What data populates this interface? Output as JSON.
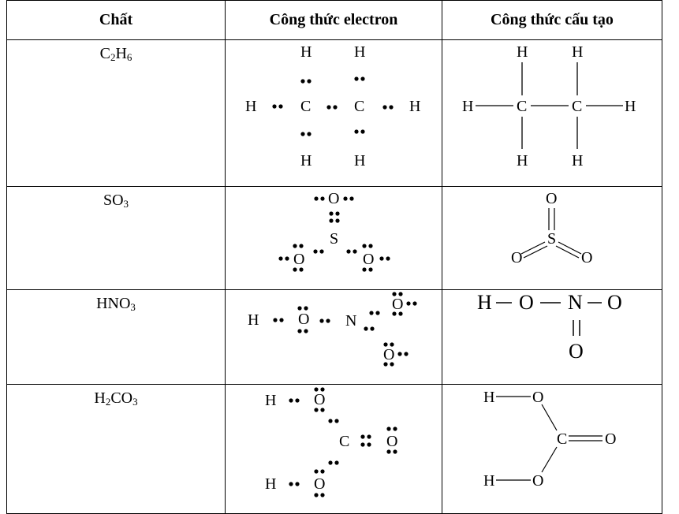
{
  "table": {
    "headers": [
      "Chất",
      "Công thức electron",
      "Công thức cấu tạo"
    ],
    "rows": [
      {
        "base": "C",
        "sub1": "2",
        "mid": "H",
        "sub2": "6",
        "tail": "",
        "sub3": ""
      },
      {
        "base": "SO",
        "sub1": "3",
        "mid": "",
        "sub2": "",
        "tail": "",
        "sub3": ""
      },
      {
        "base": "HNO",
        "sub1": "3",
        "mid": "",
        "sub2": "",
        "tail": "",
        "sub3": ""
      },
      {
        "base": "H",
        "sub1": "2",
        "mid": "CO",
        "sub2": "3",
        "tail": "",
        "sub3": ""
      }
    ]
  },
  "atoms": {
    "H": "H",
    "C": "C",
    "O": "O",
    "S": "S",
    "N": "N"
  }
}
